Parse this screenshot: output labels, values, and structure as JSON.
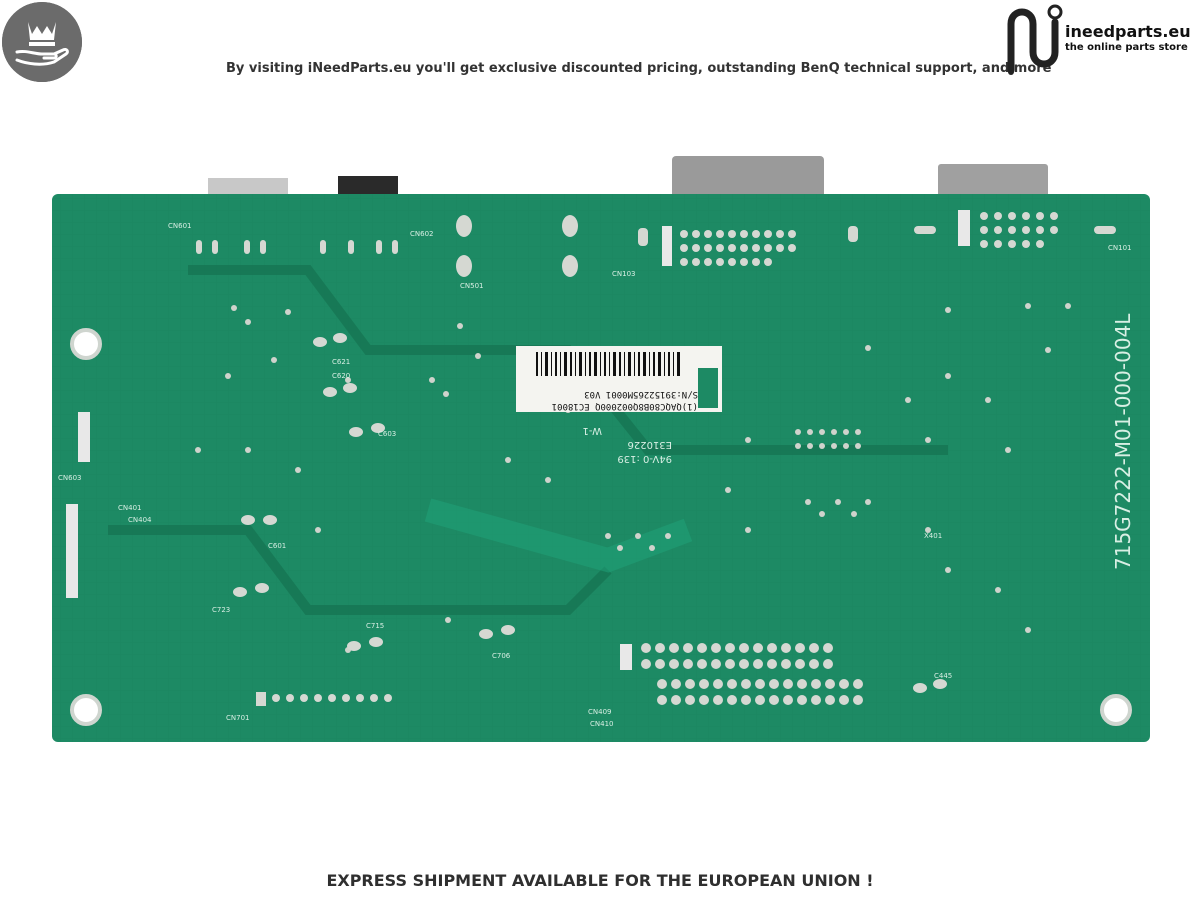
{
  "header": {
    "badge_icon": "crown-hand-icon",
    "banner_text": "By visiting iNeedParts.eu you'll get exclusive discounted pricing, outstanding BenQ technical support, and more",
    "brand": {
      "name": "ineedparts.eu",
      "tagline": "the online parts store",
      "logo_icon": "circuit-n-logo-icon"
    }
  },
  "board": {
    "part_number": "715G7222-M01-000-004L",
    "sticker": {
      "line1": "(1)QAQC80B8Q002000Q  EC18001",
      "line2": "S/N:39152265M0001  V03"
    },
    "ul_mark": {
      "code": "E310226",
      "rating": "94V-0 :139",
      "grade": "W-1"
    },
    "silkscreen_labels": [
      "CN601",
      "CN602",
      "CN501",
      "CN103",
      "CN101",
      "C621",
      "C620",
      "C603",
      "CN603",
      "CN401",
      "CN404",
      "C601",
      "C723",
      "C715",
      "C706",
      "CN701",
      "CN409",
      "CN410",
      "C445",
      "X401"
    ],
    "colors": {
      "pcb": "#1d8a64",
      "pcb_dark": "#177452",
      "pad": "#d5d8d2",
      "connector": "#8e8e8e"
    }
  },
  "footer": {
    "banner_text": "EXPRESS SHIPMENT AVAILABLE FOR THE EUROPEAN UNION !"
  }
}
